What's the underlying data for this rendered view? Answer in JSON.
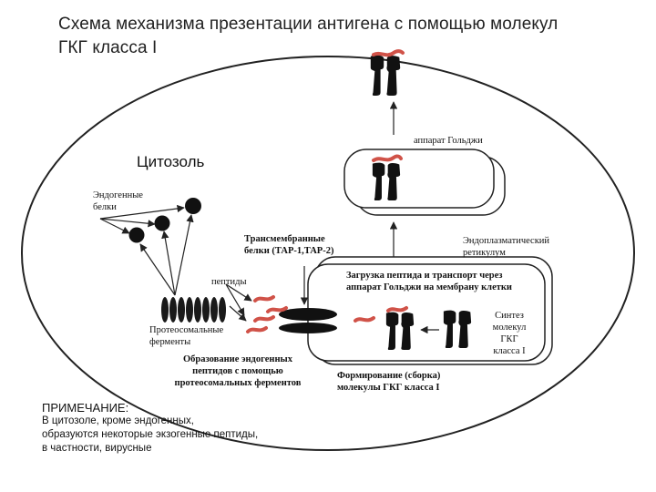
{
  "title": {
    "line1": "Схема механизма презентации антигена с помощью молекул",
    "line2": "ГКГ класса I"
  },
  "labels": {
    "cytosol": "Цитозоль",
    "golgi": "аппарат Гольджи",
    "endogenous_line1": "Эндогенные",
    "endogenous_line2": "белки",
    "peptides": "пептиды",
    "proteasomal_line1": "Протеосомальные",
    "proteasomal_line2": "ферменты",
    "transmembrane_line1": "Трансмембранные",
    "transmembrane_line2": "белки (ТАР-1,ТАР-2)",
    "er_line1": "Эндоплазматический",
    "er_line2": "ретикулум",
    "loading_line1": "Загрузка пептида и транспорт через",
    "loading_line2": "аппарат Гольджи на мембрану клетки",
    "synthesis_line1": "Синтез",
    "synthesis_line2": "молекул",
    "synthesis_line3": "ГКГ",
    "synthesis_line4": "класса I",
    "formation_line1": "Образование эндогенных",
    "formation_line2": "пептидов с помощью",
    "formation_line3": "протеосомальных ферментов",
    "assembly_line1": "Формирование (сборка)",
    "assembly_line2": "молекулы ГКГ класса I"
  },
  "note": {
    "heading": "ПРИМЕЧАНИЕ:",
    "line1": "В цитозоле, кроме эндогенных,",
    "line2": "образуются некоторые экзогенные пептиды,",
    "line3": "в частности, вирусные"
  },
  "colors": {
    "ink": "#111111",
    "peptide": "#d05248",
    "line": "#222222"
  }
}
